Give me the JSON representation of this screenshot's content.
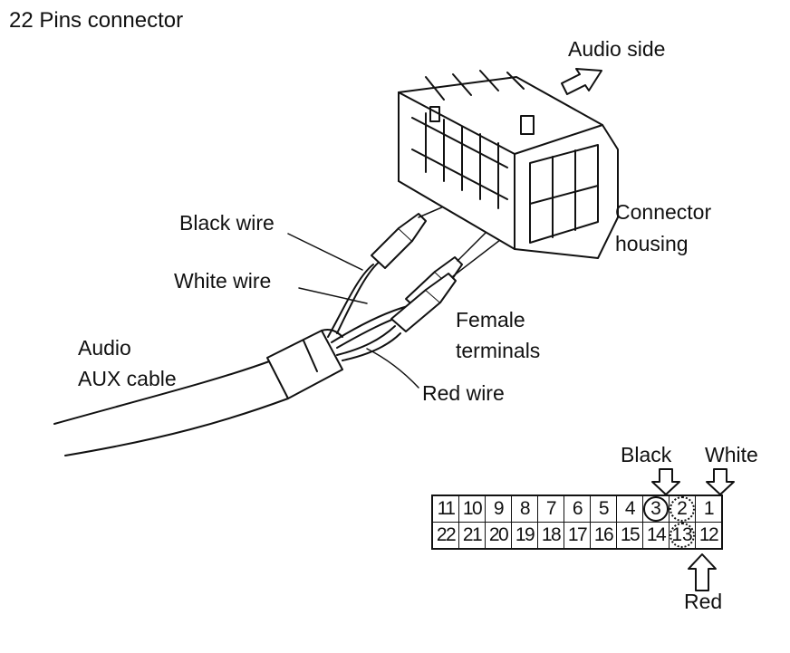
{
  "title": "22 Pins connector",
  "labels": {
    "audio_side": "Audio side",
    "connector_housing_line1": "Connector",
    "connector_housing_line2": "housing",
    "black_wire": "Black wire",
    "white_wire": "White wire",
    "female_terminals_line1": "Female",
    "female_terminals_line2": "terminals",
    "audio_aux_line1": "Audio",
    "audio_aux_line2": "AUX cable",
    "red_wire": "Red wire"
  },
  "pinout": {
    "black_label": "Black",
    "white_label": "White",
    "red_label": "Red",
    "top_row": [
      {
        "pin": "11",
        "mark": ""
      },
      {
        "pin": "10",
        "mark": ""
      },
      {
        "pin": "9",
        "mark": ""
      },
      {
        "pin": "8",
        "mark": ""
      },
      {
        "pin": "7",
        "mark": ""
      },
      {
        "pin": "6",
        "mark": ""
      },
      {
        "pin": "5",
        "mark": ""
      },
      {
        "pin": "4",
        "mark": ""
      },
      {
        "pin": "3",
        "mark": "ring"
      },
      {
        "pin": "2",
        "mark": "dash"
      },
      {
        "pin": "1",
        "mark": ""
      }
    ],
    "bottom_row": [
      {
        "pin": "22",
        "mark": ""
      },
      {
        "pin": "21",
        "mark": ""
      },
      {
        "pin": "20",
        "mark": ""
      },
      {
        "pin": "19",
        "mark": ""
      },
      {
        "pin": "18",
        "mark": ""
      },
      {
        "pin": "17",
        "mark": ""
      },
      {
        "pin": "16",
        "mark": ""
      },
      {
        "pin": "15",
        "mark": ""
      },
      {
        "pin": "14",
        "mark": ""
      },
      {
        "pin": "13",
        "mark": "dash"
      },
      {
        "pin": "12",
        "mark": ""
      }
    ]
  },
  "colors": {
    "ink": "#111111",
    "background": "#ffffff"
  }
}
